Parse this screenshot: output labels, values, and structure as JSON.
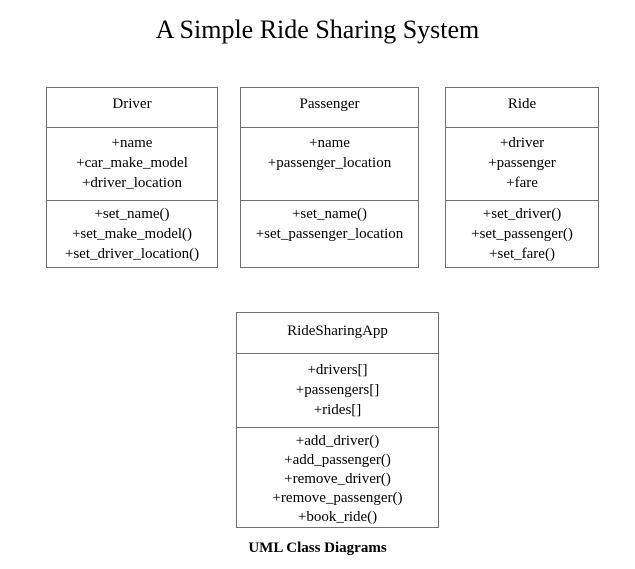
{
  "title": "A Simple Ride Sharing System",
  "caption": "UML Class Diagrams",
  "colors": {
    "background": "#ffffff",
    "border": "#707070",
    "text": "#000000"
  },
  "classes": [
    {
      "name": "Driver",
      "attributes": [
        "+name",
        "+car_make_model",
        "+driver_location"
      ],
      "methods": [
        "+set_name()",
        "+set_make_model()",
        "+set_driver_location()"
      ]
    },
    {
      "name": "Passenger",
      "attributes": [
        "+name",
        "+passenger_location"
      ],
      "methods": [
        "+set_name()",
        "+set_passenger_location"
      ]
    },
    {
      "name": "Ride",
      "attributes": [
        "+driver",
        "+passenger",
        "+fare"
      ],
      "methods": [
        "+set_driver()",
        "+set_passenger()",
        "+set_fare()"
      ]
    },
    {
      "name": "RideSharingApp",
      "attributes": [
        "+drivers[]",
        "+passengers[]",
        "+rides[]"
      ],
      "methods": [
        "+add_driver()",
        "+add_passenger()",
        "+remove_driver()",
        "+remove_passenger()",
        "+book_ride()"
      ]
    }
  ]
}
